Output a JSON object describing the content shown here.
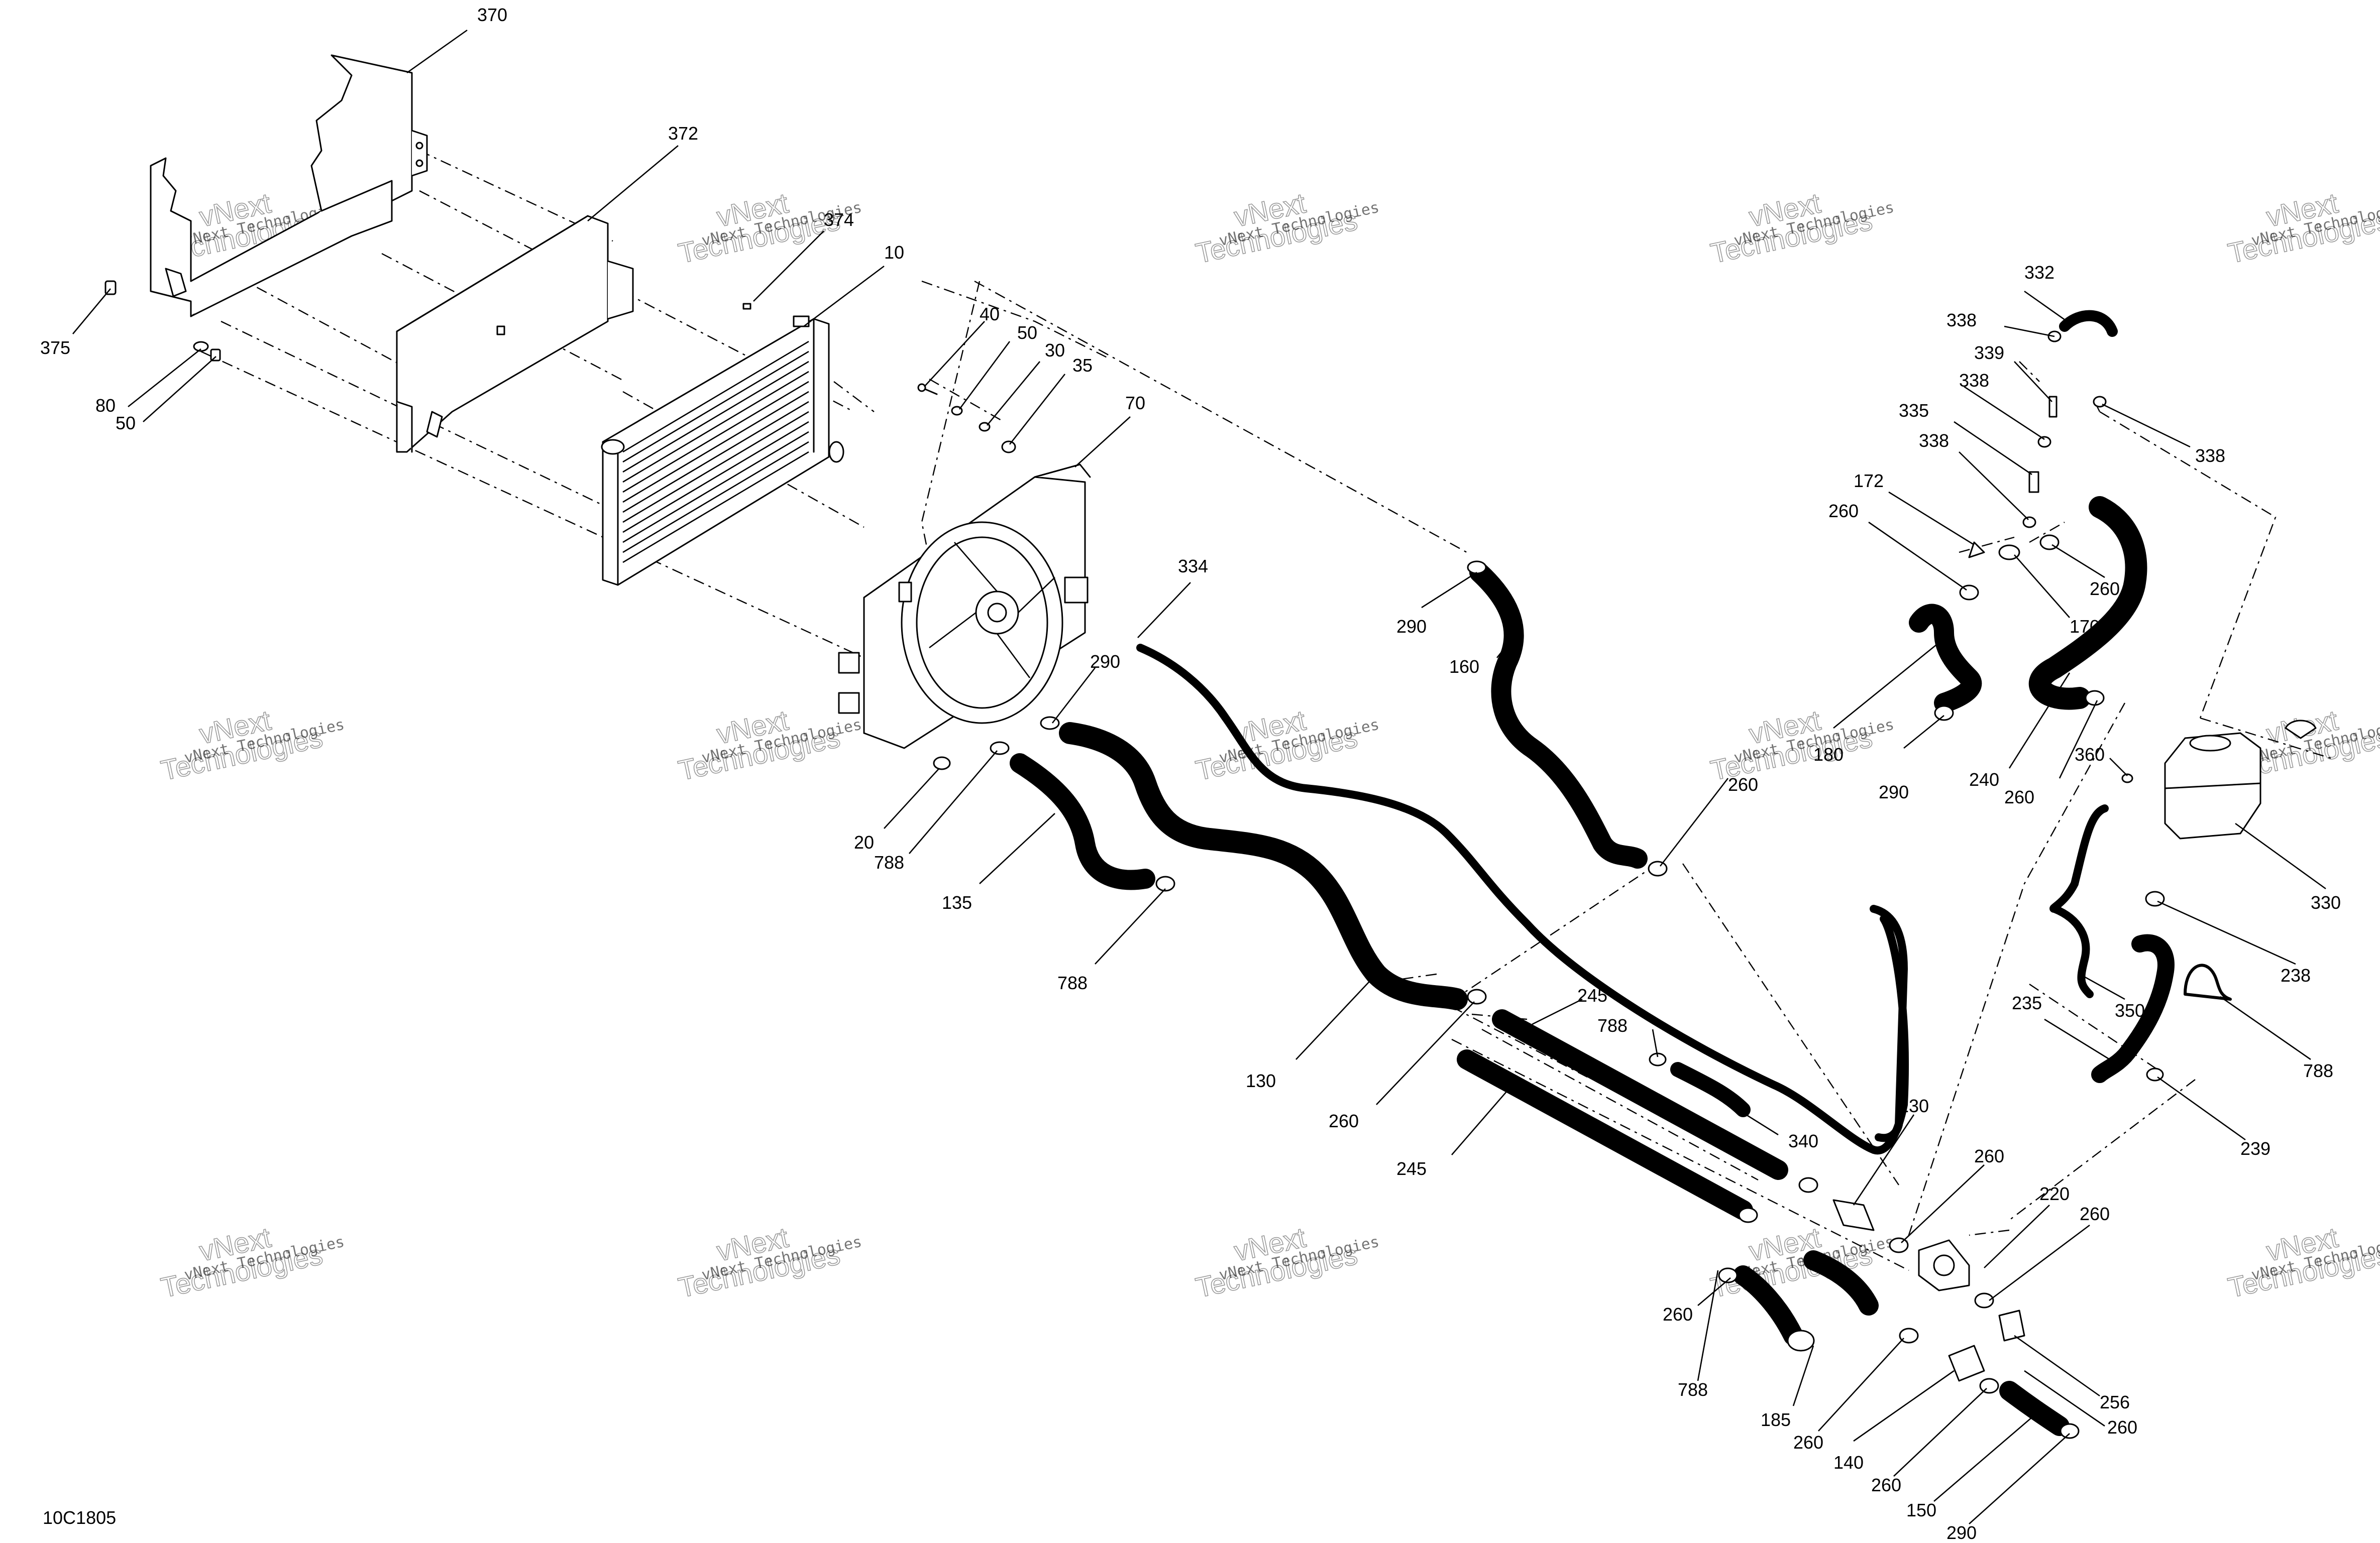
{
  "diagram": {
    "drawing_code": "10C1805",
    "watermark": {
      "line1": "vNext Technologies",
      "line2": "vNext",
      "line3": "Technologies"
    },
    "callouts": [
      {
        "id": "c370",
        "label": "370"
      },
      {
        "id": "c372",
        "label": "372"
      },
      {
        "id": "c374",
        "label": "374"
      },
      {
        "id": "c10",
        "label": "10"
      },
      {
        "id": "c375",
        "label": "375"
      },
      {
        "id": "c80",
        "label": "80"
      },
      {
        "id": "c50a",
        "label": "50"
      },
      {
        "id": "c40",
        "label": "40"
      },
      {
        "id": "c50b",
        "label": "50"
      },
      {
        "id": "c30",
        "label": "30"
      },
      {
        "id": "c35",
        "label": "35"
      },
      {
        "id": "c70",
        "label": "70"
      },
      {
        "id": "c334",
        "label": "334"
      },
      {
        "id": "c290a",
        "label": "290"
      },
      {
        "id": "c160",
        "label": "160"
      },
      {
        "id": "c290b",
        "label": "290"
      },
      {
        "id": "c20",
        "label": "20"
      },
      {
        "id": "c788a",
        "label": "788"
      },
      {
        "id": "c135",
        "label": "135"
      },
      {
        "id": "c788b",
        "label": "788"
      },
      {
        "id": "c130",
        "label": "130"
      },
      {
        "id": "c260a",
        "label": "260"
      },
      {
        "id": "c245a",
        "label": "245"
      },
      {
        "id": "c788c",
        "label": "788"
      },
      {
        "id": "c245b",
        "label": "245"
      },
      {
        "id": "c340",
        "label": "340"
      },
      {
        "id": "c260b",
        "label": "260"
      },
      {
        "id": "c230",
        "label": "230"
      },
      {
        "id": "c332",
        "label": "332"
      },
      {
        "id": "c338a",
        "label": "338"
      },
      {
        "id": "c339",
        "label": "339"
      },
      {
        "id": "c338b",
        "label": "338"
      },
      {
        "id": "c335",
        "label": "335"
      },
      {
        "id": "c338c",
        "label": "338"
      },
      {
        "id": "c338d",
        "label": "338"
      },
      {
        "id": "c172",
        "label": "172"
      },
      {
        "id": "c260c",
        "label": "260"
      },
      {
        "id": "c260d",
        "label": "260"
      },
      {
        "id": "c170",
        "label": "170"
      },
      {
        "id": "c180",
        "label": "180"
      },
      {
        "id": "c290c",
        "label": "290"
      },
      {
        "id": "c240",
        "label": "240"
      },
      {
        "id": "c260e",
        "label": "260"
      },
      {
        "id": "c360",
        "label": "360"
      },
      {
        "id": "c330",
        "label": "330"
      },
      {
        "id": "c238",
        "label": "238"
      },
      {
        "id": "c350",
        "label": "350"
      },
      {
        "id": "c788d",
        "label": "788"
      },
      {
        "id": "c235",
        "label": "235"
      },
      {
        "id": "c239",
        "label": "239"
      },
      {
        "id": "c260f",
        "label": "260"
      },
      {
        "id": "c220",
        "label": "220"
      },
      {
        "id": "c260g",
        "label": "260"
      },
      {
        "id": "c260h",
        "label": "260"
      },
      {
        "id": "c788e",
        "label": "788"
      },
      {
        "id": "c185",
        "label": "185"
      },
      {
        "id": "c260i",
        "label": "260"
      },
      {
        "id": "c140",
        "label": "140"
      },
      {
        "id": "c256",
        "label": "256"
      },
      {
        "id": "c260j",
        "label": "260"
      },
      {
        "id": "c260k",
        "label": "260"
      },
      {
        "id": "c150",
        "label": "150"
      },
      {
        "id": "c290d",
        "label": "290"
      }
    ]
  }
}
